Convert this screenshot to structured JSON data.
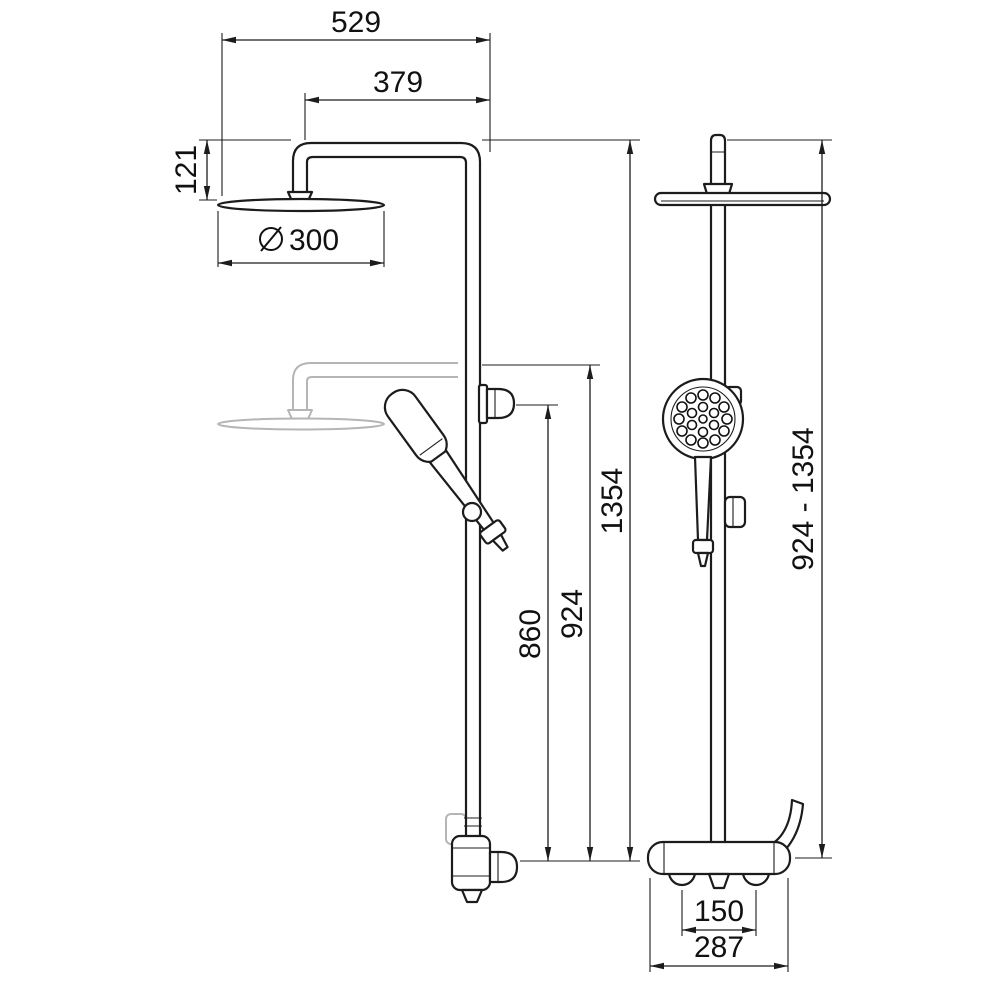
{
  "colors": {
    "line": "#1c1c1c",
    "ghost": "#b5b5b5",
    "background": "#ffffff"
  },
  "side_view": {
    "overall_width": "529",
    "arm_reach": "379",
    "head_drop": "121",
    "head_diameter": "300",
    "slider_height": "860",
    "column_height": "924",
    "total_height": "1354"
  },
  "front_view": {
    "height_range": "924 - 1354",
    "inlet_spacing": "150",
    "body_width": "287"
  }
}
